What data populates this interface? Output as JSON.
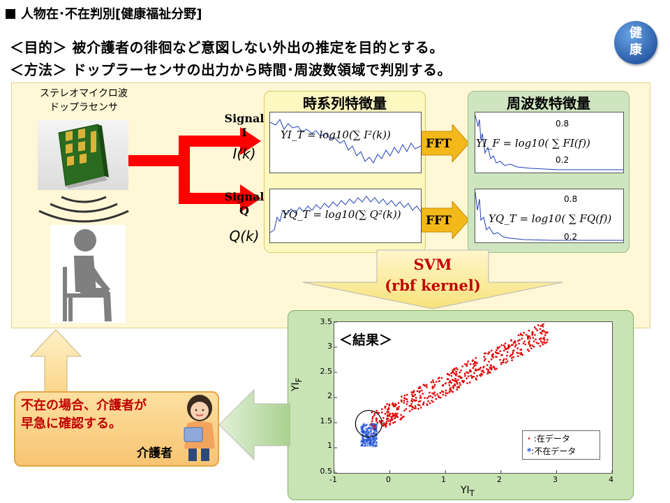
{
  "header": {
    "title": "人物在･不在判別[健康福祉分野]",
    "purpose": "＜目的＞ 被介護者の徘徊など意図しない外出の推定を目的とする。",
    "method": "＜方法＞ ドップラーセンサの出力から時間･周波数領域で判別する。",
    "badge": [
      "健",
      "康"
    ]
  },
  "sensor": {
    "label_line1": "ステレオマイクロ波",
    "label_line2": "ドップラセンサ"
  },
  "signals": {
    "i": {
      "label1": "Signal",
      "label2": "I",
      "sub": "I(k)"
    },
    "q": {
      "label1": "Signal",
      "label2": "Q",
      "sub": "Q(k)"
    }
  },
  "time_features": {
    "title": "時系列特徴量",
    "formula_i": "YI_T = log10(∑ I²(k))",
    "formula_q": "YQ_T = log10(∑ Q²(k))"
  },
  "fft_label": "FFT",
  "freq_features": {
    "title": "周波数特徴量",
    "formula_i": "YI_F = log10( ∑ FI(f))",
    "formula_q": "YQ_T = log10( ∑ FQ(f))",
    "upper": "0.8",
    "lower": "0.2"
  },
  "svm": {
    "line1": "SVM",
    "line2": "(rbf kernel)"
  },
  "result": {
    "title": "＜結果＞",
    "legend_present": ":在データ",
    "legend_absent": ":不在データ",
    "xlabel": "YI",
    "xlabel_sub": "T",
    "ylabel": "YI",
    "ylabel_sub": "F",
    "x_ticks": [
      "-1",
      "0",
      "1",
      "2",
      "3",
      "4"
    ],
    "y_ticks": [
      "0.5",
      "1",
      "1.5",
      "2",
      "2.5",
      "3",
      "3.5"
    ],
    "colors": {
      "present": "#e00000",
      "absent": "#1f4fd8"
    }
  },
  "caregiver": {
    "line1": "不在の場合、介護者が",
    "line2": "早急に確認する。",
    "role": "介護者"
  }
}
